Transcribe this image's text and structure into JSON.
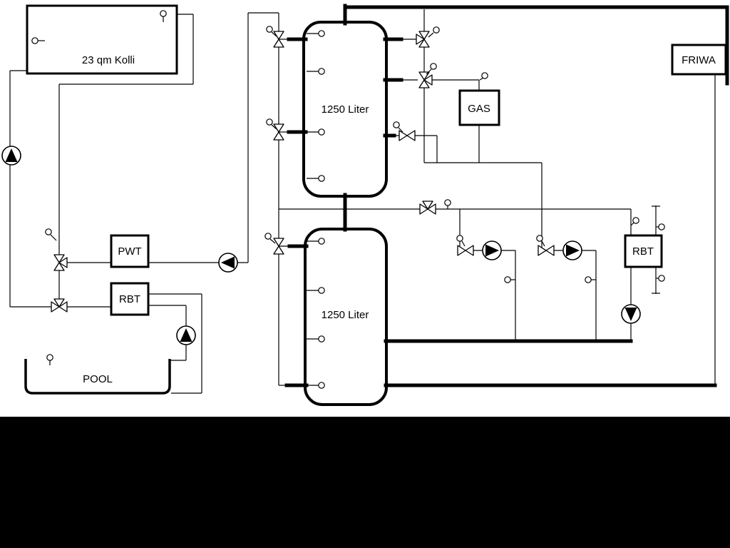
{
  "labels": {
    "collector": "23 qm Kolli",
    "tank_upper": "1250 Liter",
    "tank_lower": "1250 Liter",
    "pwt": "PWT",
    "rbt_left": "RBT",
    "rbt_right": "RBT",
    "gas": "GAS",
    "friwa": "FRIWA",
    "pool": "POOL"
  },
  "colors": {
    "line": "#000000",
    "background": "#ffffff",
    "bottom_band": "#000000",
    "symbol_fill": "#ffffff"
  },
  "components": {
    "tanks": [
      {
        "label": "1250 Liter"
      },
      {
        "label": "1250 Liter"
      }
    ],
    "pumps": [
      {
        "icon": "pump-up-icon",
        "location": "solar-riser"
      },
      {
        "icon": "pump-left-icon",
        "location": "pwt-charge-line"
      },
      {
        "icon": "pump-up-icon",
        "location": "pool-return"
      },
      {
        "icon": "pump-right-icon",
        "location": "heating-branch-1"
      },
      {
        "icon": "pump-right-icon",
        "location": "heating-branch-2"
      },
      {
        "icon": "pump-down-icon",
        "location": "rbt-right-return"
      }
    ],
    "valves": {
      "three_way_count": 5,
      "two_way_count": 6
    },
    "temperature_sensor_count": 27
  }
}
